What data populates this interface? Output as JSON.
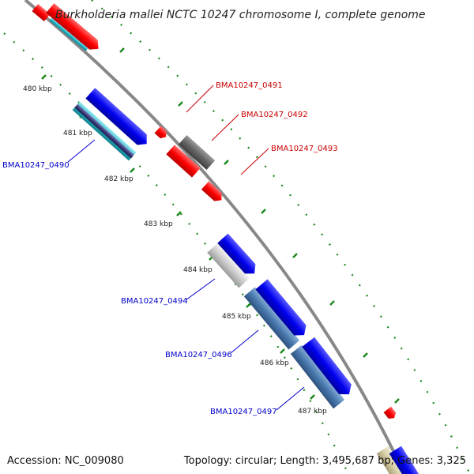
{
  "title": "Burkholderia mallei NCTC 10247 chromosome I, complete genome",
  "footer": {
    "accession": "Accession: NC_009080",
    "summary": "Topology: circular; Length: 3,495,687 bp; Genes: 3,325"
  },
  "ticks": [
    "480 kbp",
    "481 kbp",
    "482 kbp",
    "483 kbp",
    "484 kbp",
    "485 kbp",
    "486 kbp",
    "487 kbp"
  ],
  "gene_labels": {
    "g0490": "BMA10247_0490",
    "g0491": "BMA10247_0491",
    "g0492": "BMA10247_0492",
    "g0493": "BMA10247_0493",
    "g0494": "BMA10247_0494",
    "g0496": "BMA10247_0496",
    "g0497": "BMA10247_0497"
  },
  "colors": {
    "backbone": "#888888",
    "tick_dots": "#1a8a1a",
    "forward_label": "#cc0000",
    "reverse_label": "#0000cc",
    "red_gene": "#ff0000",
    "blue_gene": "#0000ee",
    "gray_gene": "#666666",
    "steel_gene": "#4a7ab0",
    "light_gray_gene": "#c8c8c8",
    "teal_gene": "#22b8c8",
    "tan_gene": "#d8d0a8"
  }
}
